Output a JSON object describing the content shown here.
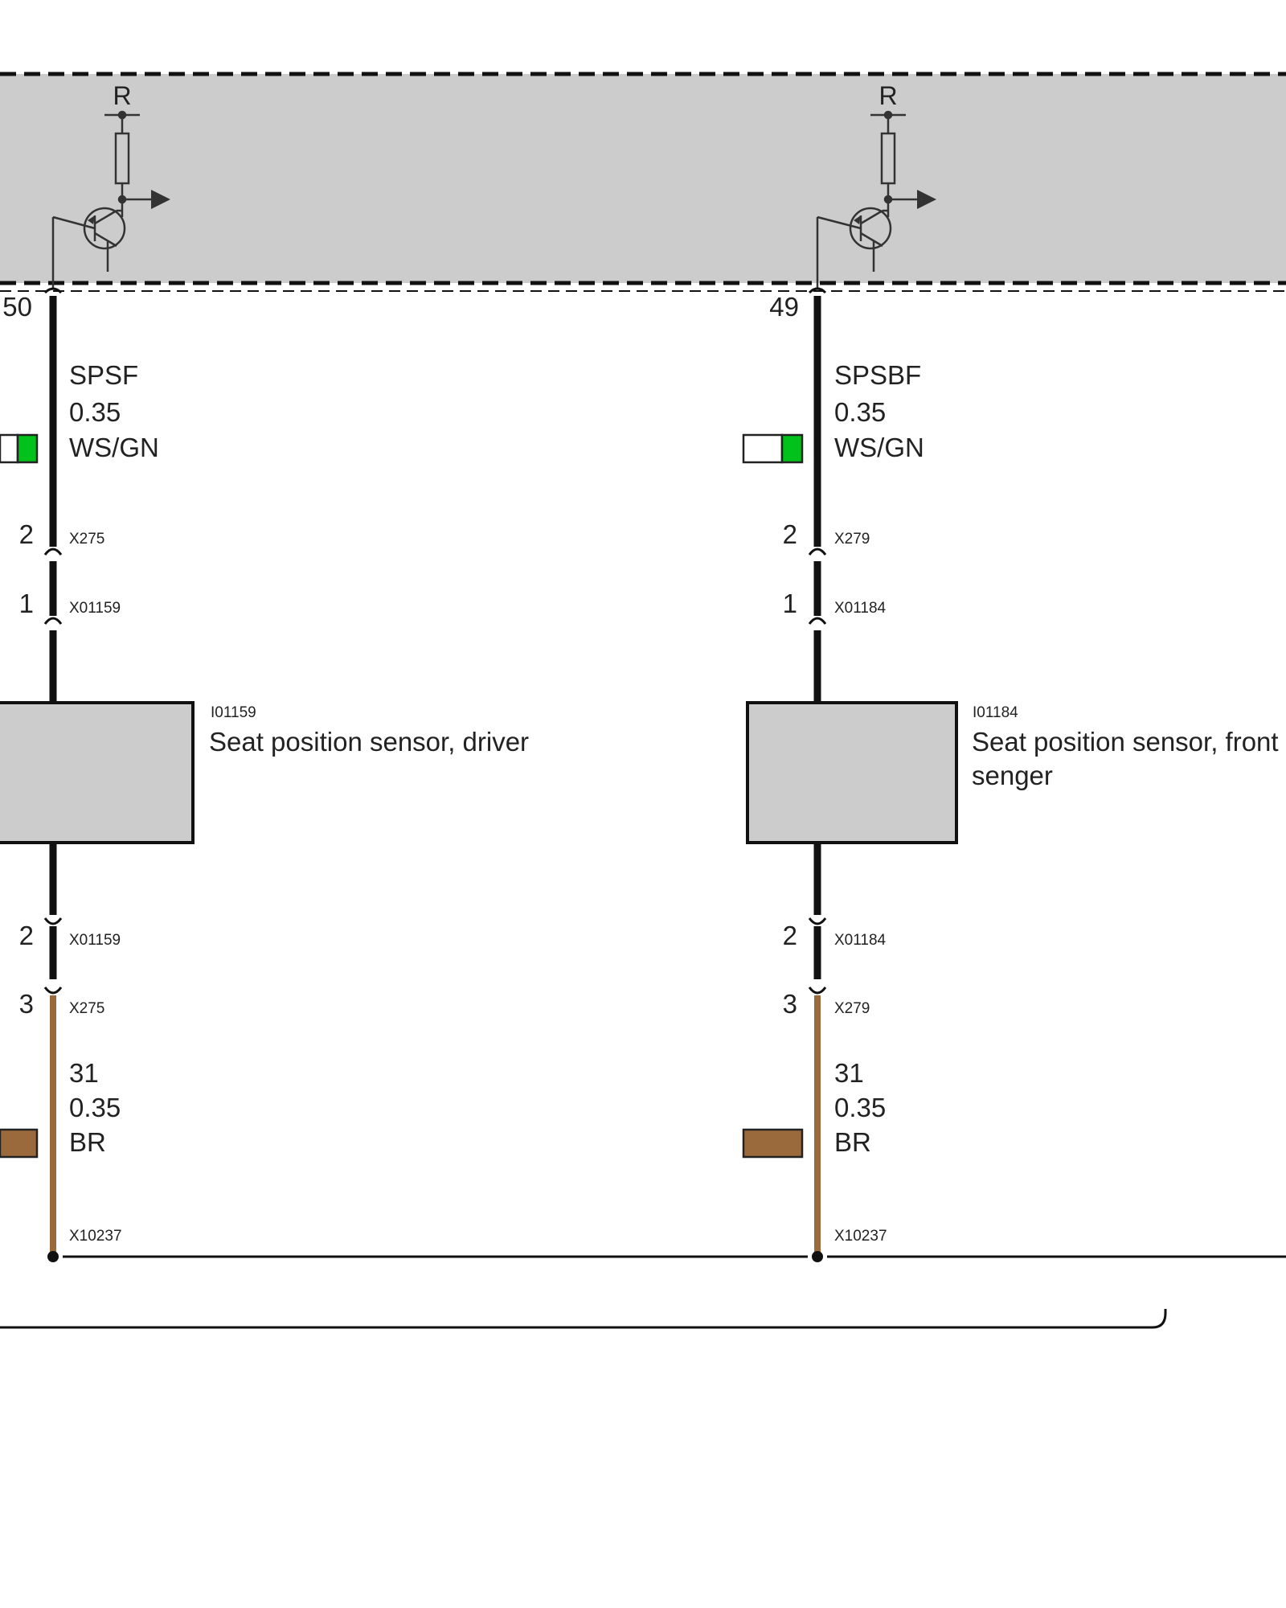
{
  "colors": {
    "module_fill": "#cccccc",
    "wire_signal": "#111111",
    "wire_ground": "#9b6a3c",
    "swatch_white": "#ffffff",
    "swatch_green": "#00c21b",
    "swatch_brown": "#9b6a3c"
  },
  "circuits": [
    {
      "supply_label": "R",
      "module_pin": "50",
      "signal": {
        "name": "SPSF",
        "cross_section": "0.35",
        "color_code": "WS/GN"
      },
      "connector_top": {
        "pin": "2",
        "id": "X275"
      },
      "sensor_connector_top": {
        "pin": "1",
        "id": "X01159"
      },
      "component": {
        "id": "I01159",
        "name": "Seat position sensor, driver",
        "name_line2": ""
      },
      "sensor_connector_bottom": {
        "pin": "2",
        "id": "X01159"
      },
      "connector_bottom": {
        "pin": "3",
        "id": "X275"
      },
      "ground": {
        "name": "31",
        "cross_section": "0.35",
        "color_code": "BR"
      },
      "ground_point": "X10237"
    },
    {
      "supply_label": "R",
      "module_pin": "49",
      "signal": {
        "name": "SPSBF",
        "cross_section": "0.35",
        "color_code": "WS/GN"
      },
      "connector_top": {
        "pin": "2",
        "id": "X279"
      },
      "sensor_connector_top": {
        "pin": "1",
        "id": "X01184"
      },
      "component": {
        "id": "I01184",
        "name": "Seat position sensor, front",
        "name_line2": "senger"
      },
      "sensor_connector_bottom": {
        "pin": "2",
        "id": "X01184"
      },
      "connector_bottom": {
        "pin": "3",
        "id": "X279"
      },
      "ground": {
        "name": "31",
        "cross_section": "0.35",
        "color_code": "BR"
      },
      "ground_point": "X10237"
    }
  ]
}
